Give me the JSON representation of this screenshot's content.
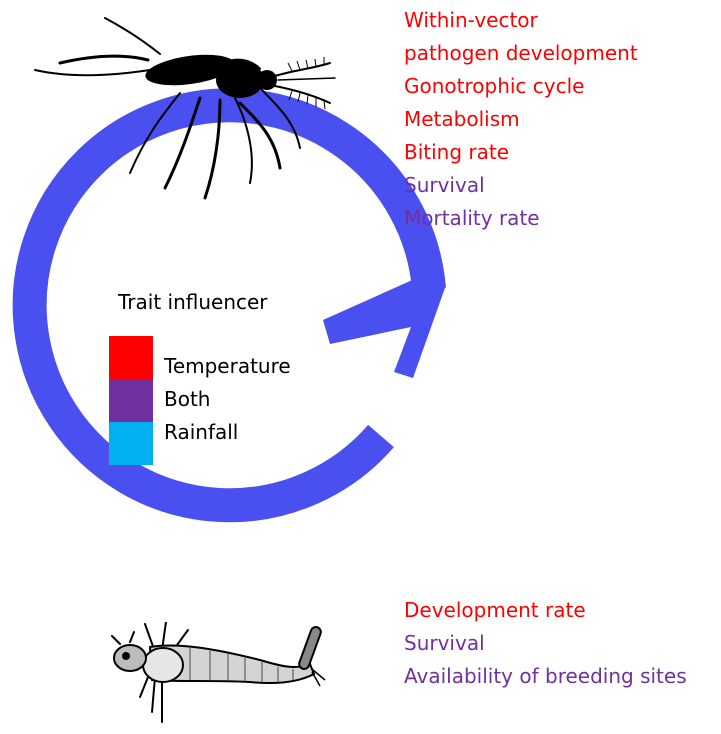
{
  "adult_traits": [
    {
      "label": "Within-vector",
      "influencer": "temperature"
    },
    {
      "label": "pathogen development",
      "influencer": "temperature"
    },
    {
      "label": "Gonotrophic cycle",
      "influencer": "temperature"
    },
    {
      "label": "Metabolism",
      "influencer": "temperature"
    },
    {
      "label": "Biting rate",
      "influencer": "temperature"
    },
    {
      "label": "Survival",
      "influencer": "both"
    },
    {
      "label": "Mortality rate",
      "influencer": "both"
    }
  ],
  "larva_traits": [
    {
      "label": "Development rate",
      "influencer": "temperature"
    },
    {
      "label": "Survival",
      "influencer": "both"
    },
    {
      "label": "Availability of breeding sites",
      "influencer": "both"
    }
  ],
  "legend": {
    "title": "Trait influencer",
    "items": [
      {
        "key": "temperature",
        "label": "Temperature",
        "color": "#ff0000"
      },
      {
        "key": "both",
        "label": "Both",
        "color": "#7030a0"
      },
      {
        "key": "rainfall",
        "label": "Rainfall",
        "color": "#00b0f0"
      }
    ]
  },
  "colors": {
    "cycle_arrow": "#4a4ff0",
    "temperature_text": "#ff0000",
    "both_text": "#7030a0"
  },
  "icons": {
    "adult": "mosquito-icon",
    "larva": "mosquito-larva-icon",
    "cycle": "cycle-arrow-icon"
  }
}
